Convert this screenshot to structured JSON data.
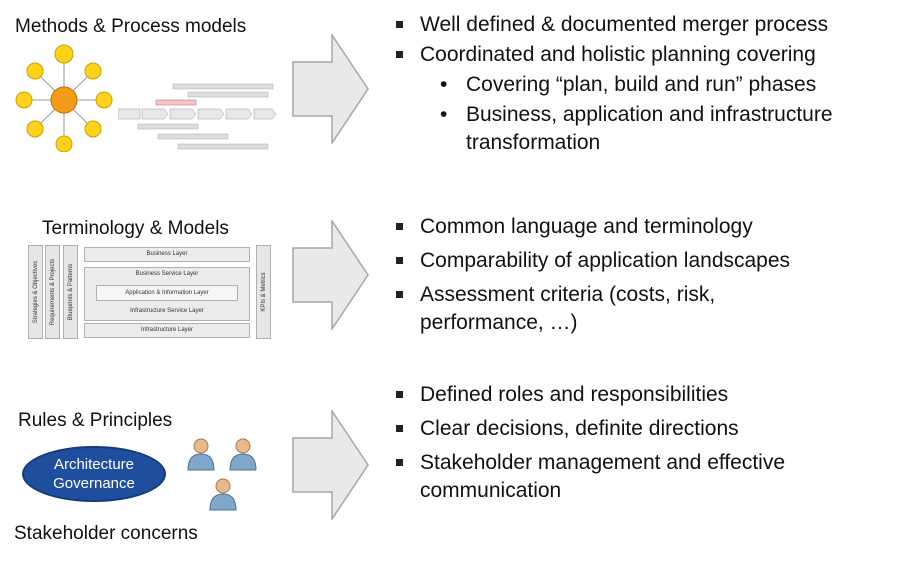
{
  "sections": [
    {
      "title": "Methods & Process models",
      "bullets": [
        "Well defined & documented merger process",
        "Coordinated and holistic planning covering"
      ],
      "sub_bullets": [
        "Covering “plan, build and run” phases",
        "Business, application and infrastructure",
        "transformation"
      ]
    },
    {
      "title": "Terminology & Models",
      "bullets": [
        "Common language and terminology",
        "Comparability of application landscapes",
        "Assessment criteria (costs, risk,",
        "performance, …)"
      ],
      "layer_diagram": {
        "vertical_left": [
          "Strategies & Objectives",
          "Requirements & Projects",
          "Blueprints & Patterns"
        ],
        "vertical_right": "KPIs & Metrics",
        "layers": [
          "Business Layer",
          "Business Service Layer",
          "Application & Information Layer",
          "Infrastructure Service Layer",
          "Infrastructure Layer"
        ]
      }
    },
    {
      "title": "Rules & Principles",
      "footer": "Stakeholder concerns",
      "badge": "Architecture Governance",
      "bullets": [
        "Defined roles and responsibilities",
        "Clear decisions, definite directions",
        "Stakeholder management and effective",
        "communication"
      ]
    }
  ],
  "colors": {
    "arrow_fill": "#e9e9e9",
    "arrow_stroke": "#a6a6a6",
    "badge": "#1f4e9e",
    "person_head": "#e8b98c",
    "person_body": "#7fa7c9"
  }
}
